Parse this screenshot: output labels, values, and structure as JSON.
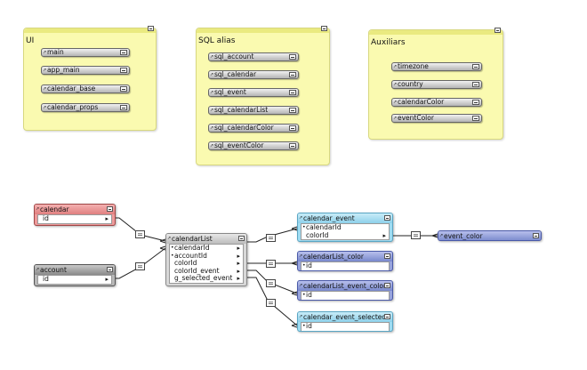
{
  "groups": {
    "ui": {
      "title": "UI",
      "items": [
        "main",
        "app_main",
        "calendar_base",
        "calendar_props"
      ]
    },
    "sql": {
      "title": "SQL alias",
      "items": [
        "sql_account",
        "sql_calendar",
        "sql_event",
        "sql_calendarList",
        "sql_calendarColor",
        "sql_eventColor"
      ]
    },
    "aux": {
      "title": "Auxiliars",
      "items": [
        "timezone",
        "country",
        "calendarColor",
        "eventColor"
      ]
    }
  },
  "tables": {
    "calendar": {
      "title": "calendar",
      "fields": [
        "id"
      ]
    },
    "account": {
      "title": "account",
      "fields": [
        "id"
      ]
    },
    "calendarList": {
      "title": "calendarList",
      "fields": [
        "calendarId",
        "accountId",
        "colorId",
        "colorId_event",
        "g_selected_event"
      ]
    },
    "calendar_event": {
      "title": "calendar_event",
      "fields": [
        "calendarId",
        "colorId"
      ]
    },
    "calendarList_color": {
      "title": "calendarList_color",
      "fields": [
        "id"
      ]
    },
    "calendarList_event_color": {
      "title": "calendarList_event_color",
      "fields": [
        "id"
      ]
    },
    "calendar_event_selected": {
      "title": "calendar_event_selected",
      "fields": [
        "id"
      ]
    },
    "event_color": {
      "title": "event_color"
    }
  },
  "relation_symbol": "=",
  "colors": {
    "group_bg": "#fafab0",
    "base_table": "#ee9a9a",
    "account_table": "#b8b8b8",
    "join_table": "#d8d8d8",
    "related_table": "#9fdcf2",
    "lookup_table": "#98a4dc"
  }
}
